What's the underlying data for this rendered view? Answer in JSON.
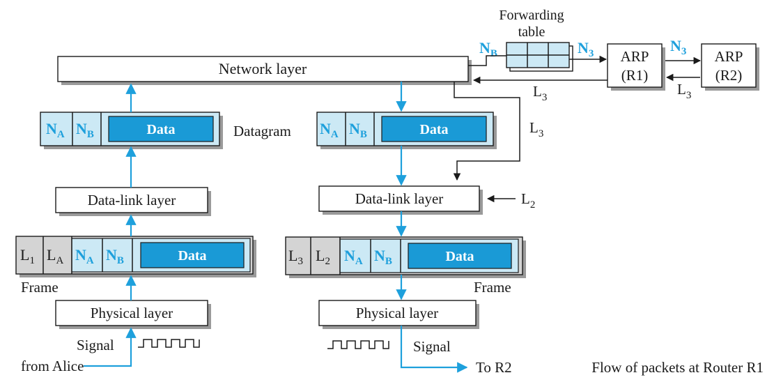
{
  "colors": {
    "accent": "#1ea0dc",
    "header_fill": "#cce9f5",
    "data_fill": "#1a9ad6",
    "label_gray": "#d4d4d4",
    "ink": "#1a1a1a"
  },
  "layers": {
    "network": "Network layer",
    "datalink": "Data-link layer",
    "physical": "Physical layer"
  },
  "forwarding_table": {
    "line1": "Forwarding",
    "line2": "table"
  },
  "arp": {
    "r1_title": "ARP",
    "r1_sub": "(R1)",
    "r2_title": "ARP",
    "r2_sub": "(R2)"
  },
  "addr": {
    "NA_main": "N",
    "NA_sub": "A",
    "NB_main": "N",
    "NB_sub": "B",
    "N3_main": "N",
    "N3_sub": "3",
    "L1_main": "L",
    "L1_sub": "1",
    "LA_main": "L",
    "LA_sub": "A",
    "L2_main": "L",
    "L2_sub": "2",
    "L3_main": "L",
    "L3_sub": "3"
  },
  "labels": {
    "data": "Data",
    "datagram": "Datagram",
    "frame_left": "Frame",
    "frame_right": "Frame",
    "signal_left": "Signal",
    "from_alice": "from Alice",
    "signal_right": "Signal",
    "to_r2": "To R2",
    "caption": "Flow of packets at Router R1"
  }
}
